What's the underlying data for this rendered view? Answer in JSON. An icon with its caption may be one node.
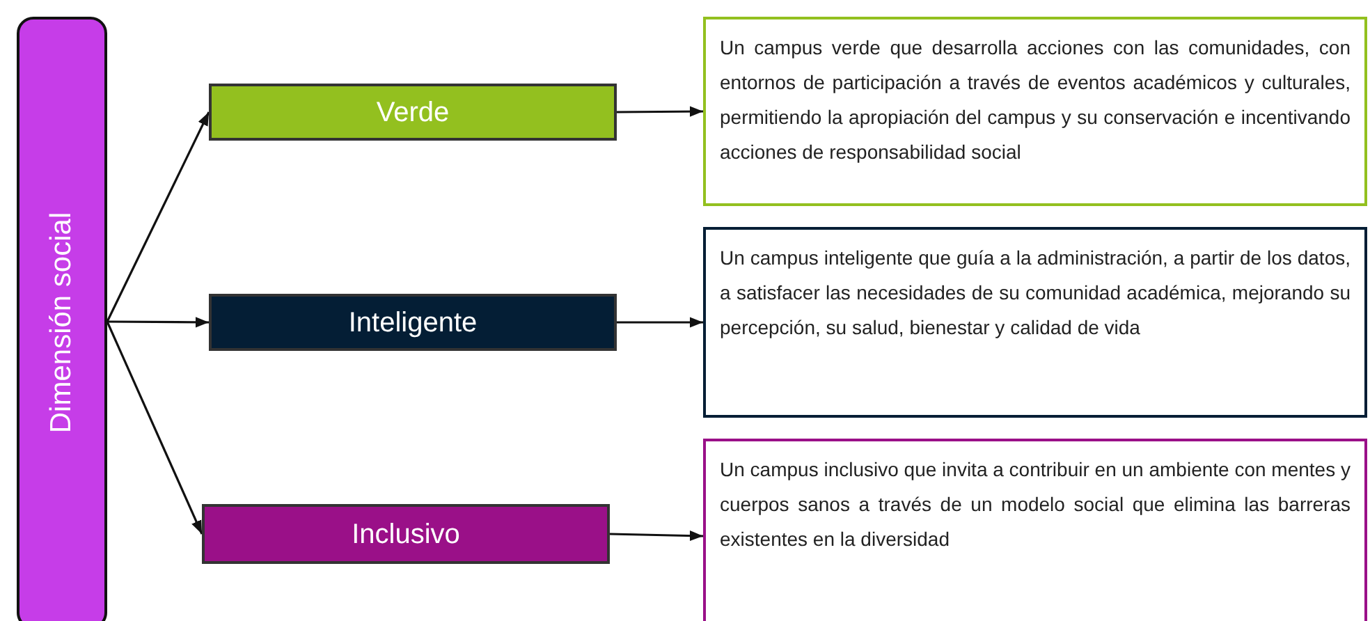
{
  "diagram": {
    "nodes": [
      {
        "text": [
          "Dimensión social"
        ]
      },
      {
        "text": [
          "Verde"
        ]
      },
      {
        "text": [
          "Inteligente"
        ]
      },
      {
        "text": [
          "Inclusivo"
        ]
      },
      {
        "text": [
          "Un campus verde que desarrolla acciones con las comunidades, con entornos de participación a través de eventos académicos y culturales, permitiendo la apropiación del campus y su conservación e incentivando acciones de responsabilidad social"
        ]
      },
      {
        "text": [
          "Un campus inteligente que guía a la administración, a partir de los datos, a satisfacer las necesidades de su comunidad académica, mejorando su percepción, su salud, bienestar y calidad de vida"
        ]
      },
      {
        "text": [
          "Un campus inclusivo que invita a contribuir en un ambiente con mentes y cuerpos sanos a través de un modelo social que elimina las barreras existentes en la diversidad"
        ]
      }
    ],
    "edges": [
      {
        "from": 0,
        "to": 1,
        "arrow": "to"
      },
      {
        "from": 0,
        "to": 2,
        "arrow": "to"
      },
      {
        "from": 0,
        "to": 3,
        "arrow": "to"
      },
      {
        "from": 1,
        "to": 4,
        "arrow": "to"
      },
      {
        "from": 2,
        "to": 5,
        "arrow": "to"
      },
      {
        "from": 3,
        "to": 6,
        "arrow": "to"
      }
    ]
  }
}
